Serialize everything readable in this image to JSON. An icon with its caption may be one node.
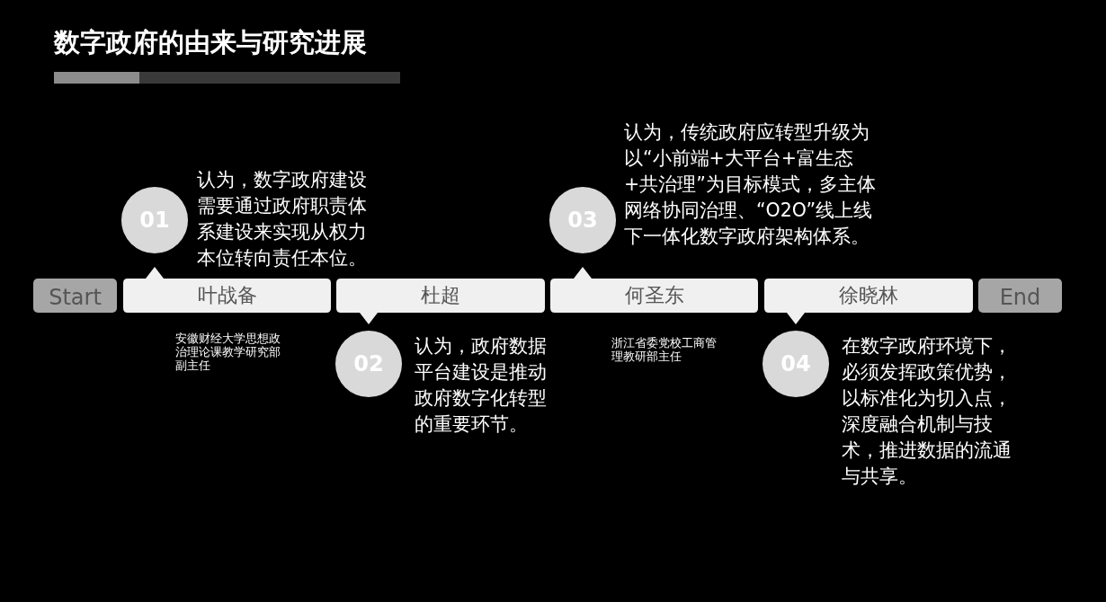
{
  "diagram": {
    "title": "数字政府的由来与研究进展",
    "nodes": [
      {
        "text": [
          "Start"
        ]
      },
      {
        "text": [
          "叶战备"
        ],
        "beside": [
          "安徽财经大学思想政治理论课教学研究部副主任"
        ]
      },
      {
        "text": [
          "杜超"
        ]
      },
      {
        "text": [
          "何圣东"
        ],
        "beside": [
          "浙江省委党校工商管理教研部主任"
        ]
      },
      {
        "text": [
          "徐晓林"
        ]
      },
      {
        "text": [
          "End"
        ]
      },
      {
        "text": [
          "01"
        ],
        "beside": [
          "认为，数字政府建设需要通过政府职责体系建设来实现从权力本位转向责任本位。"
        ]
      },
      {
        "text": [
          "02"
        ],
        "beside": [
          "认为，政府数据平台建设是推动政府数字化转型的重要环节。"
        ]
      },
      {
        "text": [
          "03"
        ],
        "beside": [
          "认为，传统政府应转型升级为以“小前端+大平台+富生态+共治理”为目标模式，多主体网络协同治理、“O2O”线上线下一体化数字政府架构体系。"
        ]
      },
      {
        "text": [
          "04"
        ],
        "beside": [
          "在数字政府环境下，必须发挥政策优势，以标准化为切入点，深度融合机制与技术，推进数据的流通与共享。"
        ]
      }
    ]
  }
}
